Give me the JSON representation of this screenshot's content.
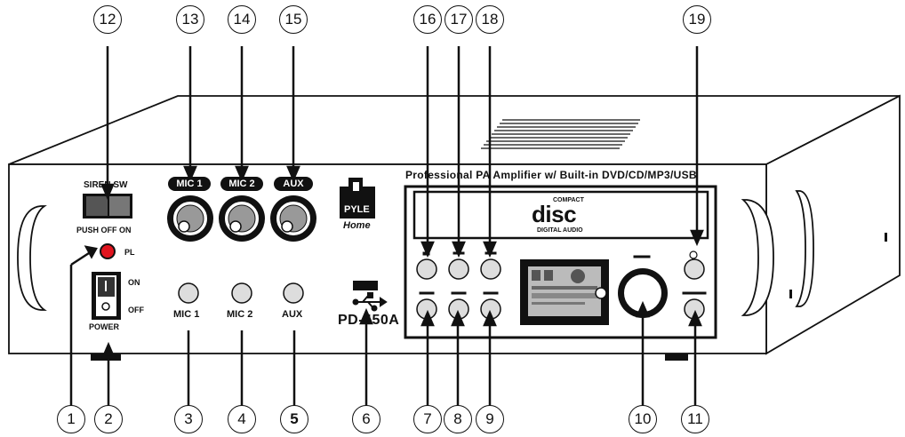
{
  "callouts": [
    "1",
    "2",
    "3",
    "4",
    "5",
    "6",
    "7",
    "8",
    "9",
    "10",
    "11",
    "12",
    "13",
    "14",
    "15",
    "16",
    "17",
    "18",
    "19"
  ],
  "panel": {
    "title": "Professional PA Amplifier w/ Built-in DVD/CD/MP3/USB",
    "model": "PD-450A",
    "siren": "SIREN SW",
    "push_off_on": "PUSH OFF ON",
    "pl": "PL",
    "on": "ON",
    "off": "OFF",
    "power": "POWER",
    "mic1_knob": "MIC 1",
    "mic2_knob": "MIC 2",
    "aux_knob": "AUX",
    "mic1_jack": "MIC 1",
    "mic2_jack": "MIC 2",
    "aux_jack": "AUX",
    "brand_top": "PYLE",
    "brand_bottom": "Home",
    "compact": "COMPACT",
    "disc": "disc",
    "digital_audio": "DIGITAL AUDIO"
  },
  "colors": {
    "line": "#111111",
    "indicator": "#e0141e",
    "background": "#ffffff"
  }
}
